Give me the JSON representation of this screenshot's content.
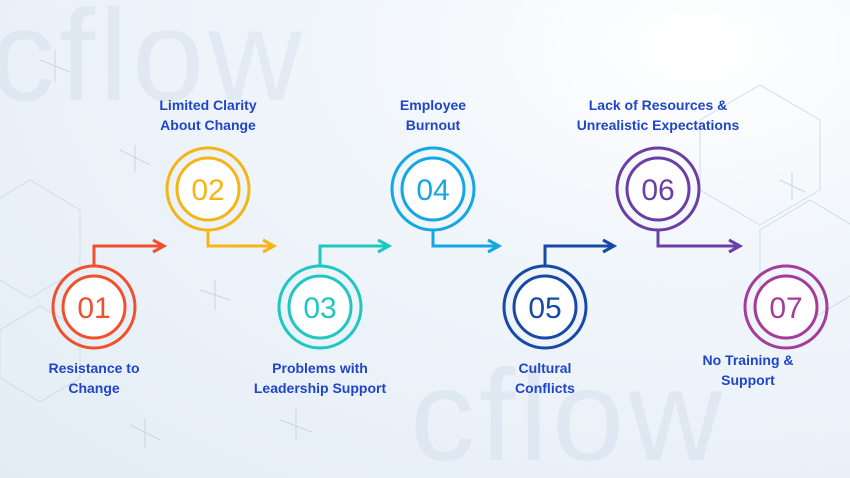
{
  "watermark": {
    "text": "cflow"
  },
  "steps": [
    {
      "number": "01",
      "label": "Resistance to\nChange",
      "color": "#f0512d"
    },
    {
      "number": "02",
      "label": "Limited Clarity\nAbout Change",
      "color": "#f4b515"
    },
    {
      "number": "03",
      "label": "Problems with\nLeadership Support",
      "color": "#1fc7c1"
    },
    {
      "number": "04",
      "label": "Employee\nBurnout",
      "color": "#15a6e4"
    },
    {
      "number": "05",
      "label": "Cultural\nConflicts",
      "color": "#164aa6"
    },
    {
      "number": "06",
      "label": "Lack of Resources &\nUnrealistic Expectations",
      "color": "#6a3fa5"
    },
    {
      "number": "07",
      "label": "No Training &\nSupport",
      "color": "#a53c9a"
    }
  ]
}
